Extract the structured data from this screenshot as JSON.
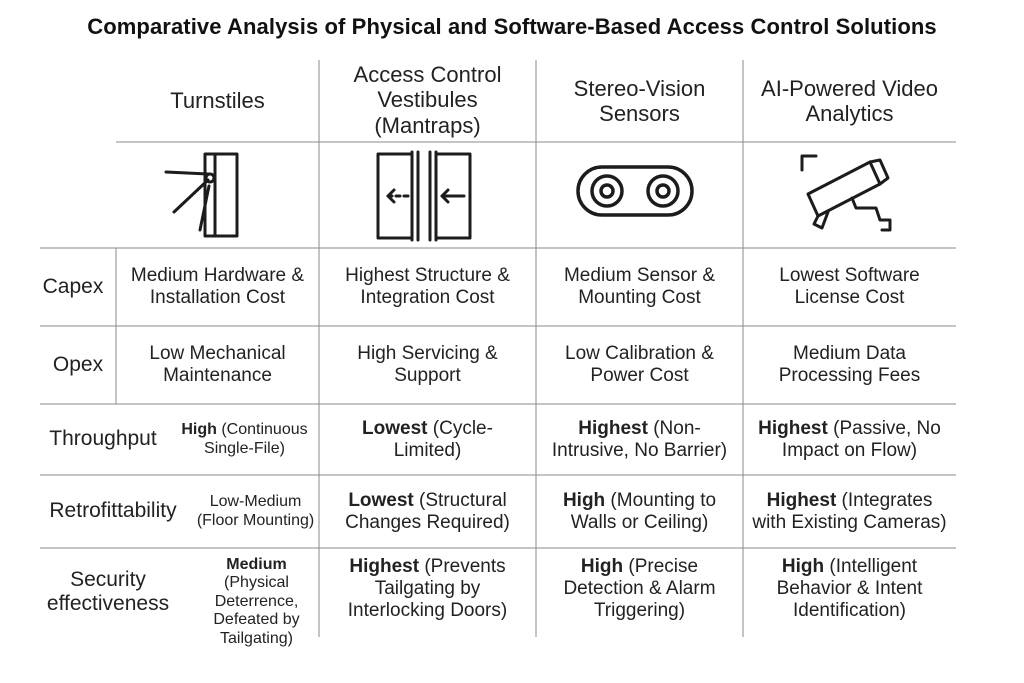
{
  "title": "Comparative Analysis of Physical and Software-Based Access Control Solutions",
  "columns": [
    {
      "header": "Turnstiles",
      "icon": "turnstile-icon"
    },
    {
      "header": "Access Control Vestibules (Mantraps)",
      "icon": "mantrap-vestibule-icon"
    },
    {
      "header": "Stereo-Vision Sensors",
      "icon": "stereo-vision-sensor-icon"
    },
    {
      "header": "AI-Powered Video Analytics",
      "icon": "security-camera-icon"
    }
  ],
  "rows": [
    {
      "label": "Capex",
      "cells": [
        {
          "bold": "",
          "text": "Medium Hardware & Installation Cost"
        },
        {
          "bold": "",
          "text": "Highest Structure & Integration Cost"
        },
        {
          "bold": "",
          "text": "Medium Sensor & Mounting Cost"
        },
        {
          "bold": "",
          "text": "Lowest Software License Cost"
        }
      ]
    },
    {
      "label": "Opex",
      "cells": [
        {
          "bold": "",
          "text": "Low Mechanical Maintenance"
        },
        {
          "bold": "",
          "text": "High Servicing & Support"
        },
        {
          "bold": "",
          "text": "Low Calibration & Power Cost"
        },
        {
          "bold": "",
          "text": "Medium Data Processing Fees"
        }
      ]
    },
    {
      "label": "Throughput",
      "cells": [
        {
          "bold": "High",
          "text": " (Continuous Single-File)"
        },
        {
          "bold": "Lowest",
          "text": " (Cycle-Limited)"
        },
        {
          "bold": "Highest",
          "text": " (Non-Intrusive, No Barrier)"
        },
        {
          "bold": "Highest",
          "text": " (Passive, No Impact on Flow)"
        }
      ]
    },
    {
      "label": "Retrofittability",
      "cells": [
        {
          "bold": "",
          "text": "Low-Medium (Floor Mounting)"
        },
        {
          "bold": "Lowest",
          "text": " (Structural Changes Required)"
        },
        {
          "bold": "High",
          "text": " (Mounting to Walls or Ceiling)"
        },
        {
          "bold": "Highest",
          "text": " (Integrates with Existing Cameras)"
        }
      ]
    },
    {
      "label": "Security effectiveness",
      "cells": [
        {
          "bold": "Medium",
          "text": " (Physical Deterrence, Defeated by Tailgating)"
        },
        {
          "bold": "Highest",
          "text": " (Prevents Tailgating by Interlocking Doors)"
        },
        {
          "bold": "High",
          "text": " (Precise Detection & Alarm Triggering)"
        },
        {
          "bold": "High",
          "text": " (Intelligent Behavior & Intent Identification)"
        }
      ]
    }
  ],
  "colors": {
    "line": "#8a8a8a",
    "text": "#222222",
    "icon": "#1c1c1c"
  }
}
